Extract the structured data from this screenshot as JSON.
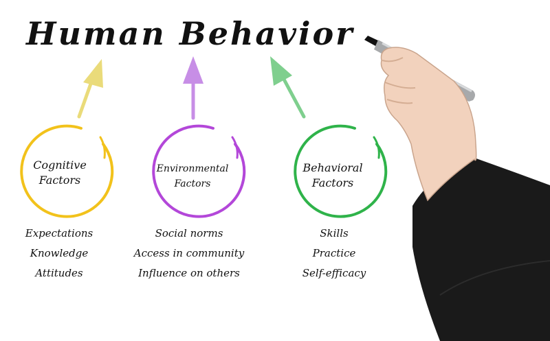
{
  "title": "Human Behavior",
  "factors": [
    {
      "line1": "Cognitive",
      "line2": "Factors",
      "color": "#f2c21b",
      "items": [
        "Expectations",
        "Knowledge",
        "Attitudes"
      ]
    },
    {
      "line1": "Environmental",
      "line2": "Factors",
      "color": "#b347d9",
      "items": [
        "Social norms",
        "Access in community",
        "Influence on others"
      ]
    },
    {
      "line1": "Behavioral",
      "line2": "Factors",
      "color": "#2fb34a",
      "items": [
        "Skills",
        "Practice",
        "Self-efficacy"
      ]
    }
  ],
  "arrow_colors": [
    "#eadb7a",
    "#c78ee6",
    "#7fcf8e"
  ]
}
